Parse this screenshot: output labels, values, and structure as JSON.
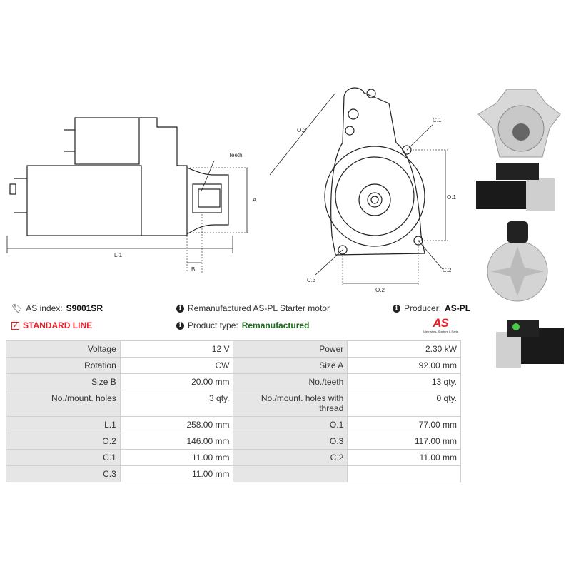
{
  "drawing_labels": {
    "teeth": "Teeth",
    "a": "A",
    "b": "B",
    "l1": "L.1",
    "o1": "O.1",
    "o2": "O.2",
    "o3": "O.3",
    "c1": "C.1",
    "c2": "C.2",
    "c3": "C.3"
  },
  "info": {
    "as_index_label": "AS index:",
    "as_index_value": "S9001SR",
    "line": "STANDARD LINE",
    "description": "Remanufactured AS-PL Starter motor",
    "product_type_label": "Product type:",
    "product_type_value": "Remanufactured",
    "producer_label": "Producer:",
    "producer_value": "AS-PL",
    "logo_text": "AS",
    "logo_tagline": "Alternators, Starters & Parts"
  },
  "colors": {
    "red": "#e8202a",
    "green": "#1e6b1e",
    "table_label_bg": "#e6e6e6"
  },
  "specs": [
    [
      "Voltage",
      "12 V",
      "Power",
      "2.30 kW"
    ],
    [
      "Rotation",
      "CW",
      "Size A",
      "92.00 mm"
    ],
    [
      "Size B",
      "20.00 mm",
      "No./teeth",
      "13 qty."
    ],
    [
      "No./mount. holes",
      "3 qty.",
      "No./mount. holes with thread",
      "0 qty."
    ],
    [
      "L.1",
      "258.00 mm",
      "O.1",
      "77.00 mm"
    ],
    [
      "O.2",
      "146.00 mm",
      "O.3",
      "117.00 mm"
    ],
    [
      "C.1",
      "11.00 mm",
      "C.2",
      "11.00 mm"
    ],
    [
      "C.3",
      "11.00 mm",
      "",
      ""
    ]
  ]
}
